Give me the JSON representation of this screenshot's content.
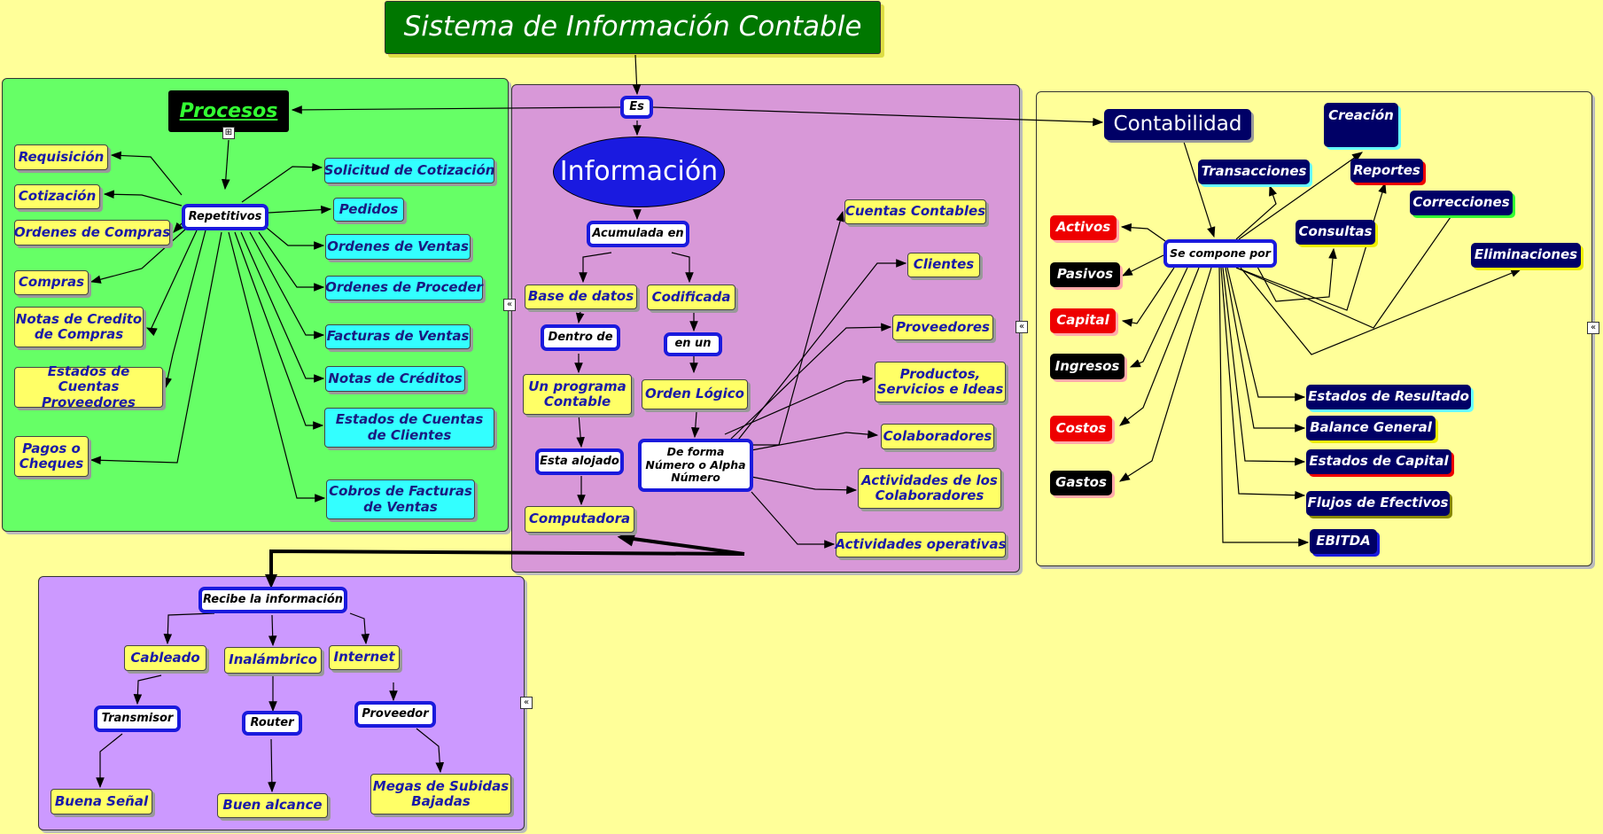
{
  "title": "Sistema de Información Contable",
  "es": "Es",
  "procesos": {
    "title": "Procesos",
    "repetitivos": "Repetitivos",
    "left": [
      "Requisición",
      "Cotización",
      "Ordenes de Compras",
      "Compras",
      "Notas de Credito de Compras",
      "Estados de Cuentas Proveedores",
      "Pagos o Cheques"
    ],
    "right": [
      "Solicitud de Cotización",
      "Pedidos",
      "Ordenes de Ventas",
      "Ordenes de Proceder",
      "Facturas de Ventas",
      "Notas de Créditos",
      "Estados de Cuentas de Clientes",
      "Cobros de Facturas de Ventas"
    ]
  },
  "informacion": {
    "title": "Información",
    "acumulada": "Acumulada en",
    "base_datos": "Base de datos",
    "codificada": "Codificada",
    "dentro_de": "Dentro de",
    "en_un": "en un",
    "programa": "Un programa Contable",
    "orden": "Orden Lógico",
    "alojado": "Esta alojado",
    "forma": "De forma Número o Alpha Número",
    "computadora": "Computadora",
    "right": [
      "Cuentas Contables",
      "Clientes",
      "Proveedores",
      "Productos, Servicios e Ideas",
      "Colaboradores",
      "Actividades de los Colaboradores",
      "Actividades operativas"
    ]
  },
  "contabilidad": {
    "title": "Contabilidad",
    "compone": "Se compone por",
    "left": [
      "Activos",
      "Pasivos",
      "Capital",
      "Ingresos",
      "Costos",
      "Gastos"
    ],
    "top": [
      "Creación",
      "Transacciones",
      "Reportes",
      "Correcciones",
      "Consultas",
      "Eliminaciones"
    ],
    "bottom": [
      "Estados de Resultado",
      "Balance General",
      "Estados de Capital",
      "Flujos de Efectivos",
      "EBITDA"
    ]
  },
  "red": {
    "recibe": "Recibe la información",
    "cableado": "Cableado",
    "inalambrico": "Inalámbrico",
    "internet": "Internet",
    "transmisor": "Transmisor",
    "router": "Router",
    "proveedor": "Proveedor",
    "buena": "Buena Señal",
    "alcance": "Buen alcance",
    "megas": "Megas de Subidas Bajadas"
  },
  "colors": {
    "background": "#ffff99",
    "procesos_panel": "#66ff66",
    "informacion_panel": "#d898d8",
    "red_panel": "#cc99ff",
    "title_bg": "#007700"
  }
}
